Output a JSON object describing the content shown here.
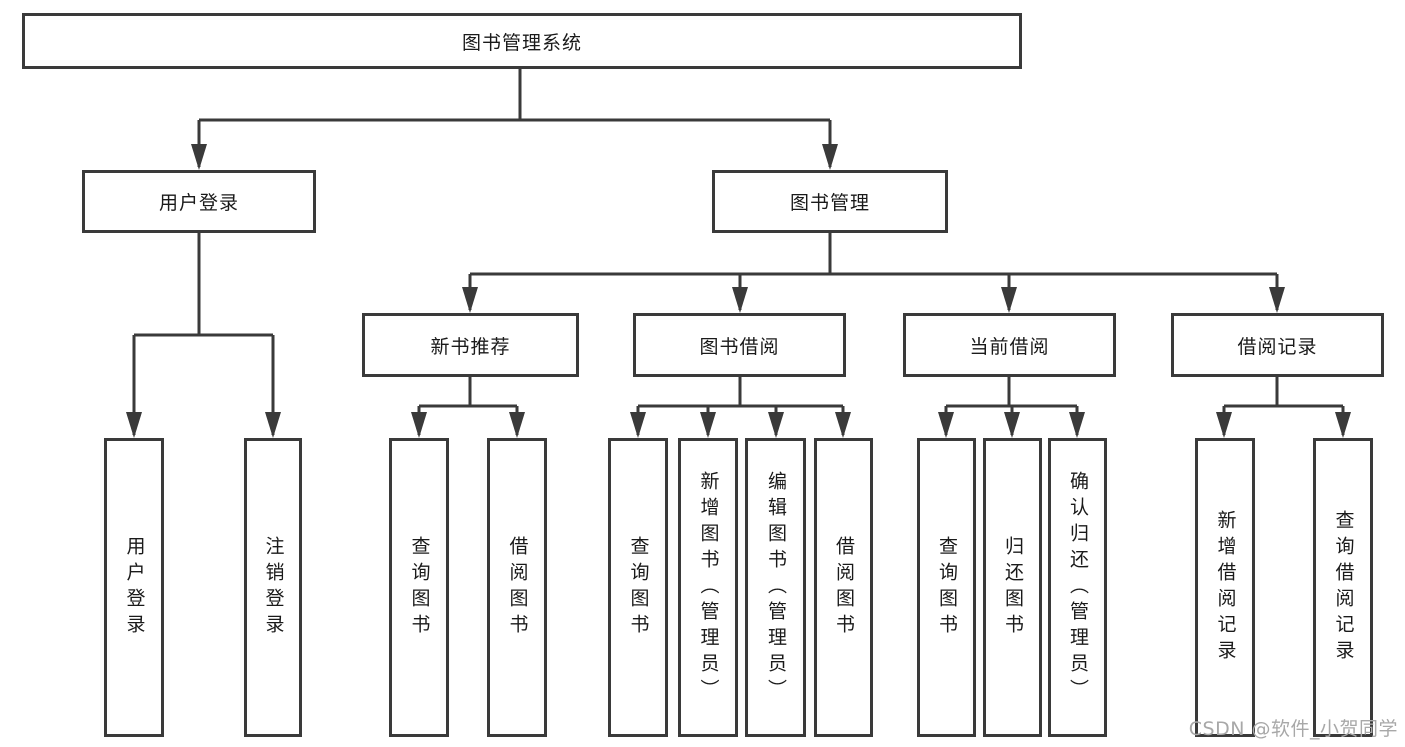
{
  "colors": {
    "line": "#3a3a3a",
    "box_border": "#3a3a3a",
    "box_fill": "#ffffff",
    "text": "#1a1a1a",
    "watermark": "#a8a8a8",
    "background": "#ffffff"
  },
  "watermark": {
    "text": "CSDN @软件_小贺同学"
  },
  "hierarchy": {
    "label": "图书管理系统",
    "children": [
      {
        "label": "用户登录",
        "children": [
          {
            "label": "用户登录"
          },
          {
            "label": "注销登录"
          }
        ]
      },
      {
        "label": "图书管理",
        "children": [
          {
            "label": "新书推荐",
            "children": [
              {
                "label": "查询图书"
              },
              {
                "label": "借阅图书"
              }
            ]
          },
          {
            "label": "图书借阅",
            "children": [
              {
                "label": "查询图书"
              },
              {
                "label": "新增图书（管理员）"
              },
              {
                "label": "编辑图书（管理员）"
              },
              {
                "label": "借阅图书"
              }
            ]
          },
          {
            "label": "当前借阅",
            "children": [
              {
                "label": "查询图书"
              },
              {
                "label": "归还图书"
              },
              {
                "label": "确认归还（管理员）"
              }
            ]
          },
          {
            "label": "借阅记录",
            "children": [
              {
                "label": "新增借阅记录"
              },
              {
                "label": "查询借阅记录"
              }
            ]
          }
        ]
      }
    ]
  }
}
